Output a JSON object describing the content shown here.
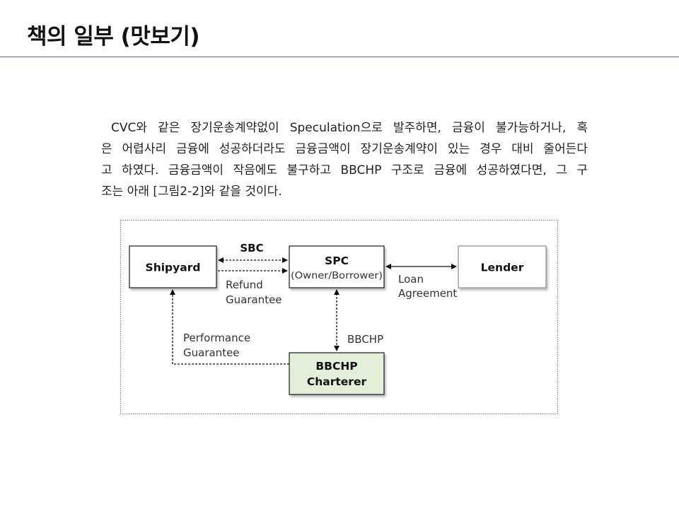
{
  "slide": {
    "title": "책의 일부 (맛보기)"
  },
  "body": {
    "lines": [
      "CVC와 같은 장기운송계약없이 Speculation으로 발주하면, 금융이 불가능하거나, 혹",
      "은 어렵사리 금융에 성공하더라도 금융금액이 장기운송계약이 있는 경우 대비 줄어든다",
      "고 하였다. 금융금액이 작음에도 불구하고 BBCHP 구조로 금융에 성공하였다면, 그 구",
      "조는 아래 [그림2-2]와 같을 것이다."
    ]
  },
  "diagram": {
    "boxes": {
      "shipyard": "Shipyard",
      "spc_line1": "SPC",
      "spc_line2": "(Owner/Borrower)",
      "lender": "Lender",
      "charterer_line1": "BBCHP",
      "charterer_line2": "Charterer"
    },
    "labels": {
      "sbc": "SBC",
      "refund_line1": "Refund",
      "refund_line2": "Guarantee",
      "loan_line1": "Loan",
      "loan_line2": "Agreement",
      "performance_line1": "Performance",
      "performance_line2": "Guarantee",
      "bbchp": "BBCHP"
    },
    "colors": {
      "box_border": "#1a1a1a",
      "lender_border": "#8a8a8a",
      "charterer_fill": "#e2efd9",
      "frame_border": "#7f7f7f"
    }
  }
}
